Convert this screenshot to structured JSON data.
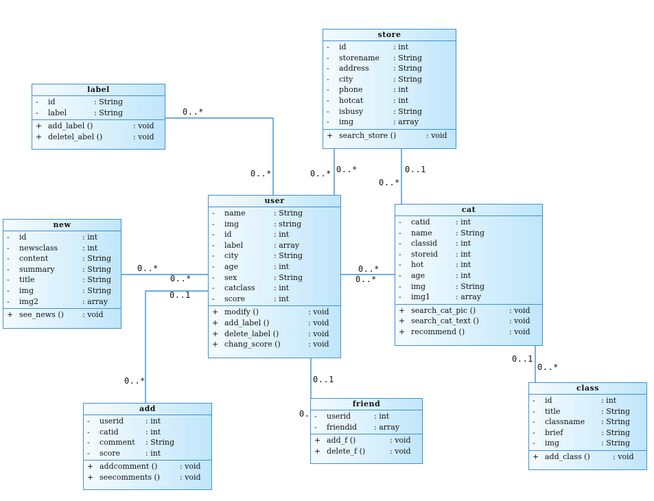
{
  "classes": {
    "store": {
      "name": "store",
      "attributes": [
        {
          "vis": "-",
          "name": "id",
          "type": ": int"
        },
        {
          "vis": "-",
          "name": "storename",
          "type": ": String"
        },
        {
          "vis": "-",
          "name": "address",
          "type": ": String"
        },
        {
          "vis": "-",
          "name": "city",
          "type": ": String"
        },
        {
          "vis": "-",
          "name": "phone",
          "type": ": int"
        },
        {
          "vis": "-",
          "name": "hotcat",
          "type": ": int"
        },
        {
          "vis": "-",
          "name": "isbusy",
          "type": ": String"
        },
        {
          "vis": "-",
          "name": "img",
          "type": ": array"
        }
      ],
      "methods": [
        {
          "vis": "+",
          "name": "search_store ()",
          "type": ": void"
        }
      ]
    },
    "label": {
      "name": "label",
      "attributes": [
        {
          "vis": "-",
          "name": "id",
          "type": ": String"
        },
        {
          "vis": "-",
          "name": "label",
          "type": ": String"
        }
      ],
      "methods": [
        {
          "vis": "+",
          "name": "add_label ()",
          "type": ": void"
        },
        {
          "vis": "+",
          "name": "deletel_abel ()",
          "type": ": void"
        }
      ]
    },
    "user": {
      "name": "user",
      "attributes": [
        {
          "vis": "-",
          "name": "name",
          "type": ": String"
        },
        {
          "vis": "-",
          "name": "img",
          "type": ": string"
        },
        {
          "vis": "-",
          "name": "id",
          "type": ": int"
        },
        {
          "vis": "-",
          "name": "label",
          "type": ": array"
        },
        {
          "vis": "-",
          "name": "city",
          "type": ": String"
        },
        {
          "vis": "-",
          "name": "age",
          "type": ": int"
        },
        {
          "vis": "-",
          "name": "sex",
          "type": ": String"
        },
        {
          "vis": "-",
          "name": "catclass",
          "type": ": int"
        },
        {
          "vis": "-",
          "name": "score",
          "type": ": int"
        }
      ],
      "methods": [
        {
          "vis": "+",
          "name": "modify ()",
          "type": ": void"
        },
        {
          "vis": "+",
          "name": "add_label ()",
          "type": ": void"
        },
        {
          "vis": "+",
          "name": "delete_label ()",
          "type": ": void"
        },
        {
          "vis": "+",
          "name": "chang_score ()",
          "type": ": void"
        }
      ]
    },
    "new": {
      "name": "new",
      "attributes": [
        {
          "vis": "-",
          "name": "id",
          "type": ": int"
        },
        {
          "vis": "-",
          "name": "newsclass",
          "type": ": int"
        },
        {
          "vis": "-",
          "name": "content",
          "type": ": String"
        },
        {
          "vis": "-",
          "name": "summary",
          "type": ": String"
        },
        {
          "vis": "-",
          "name": "title",
          "type": ": String"
        },
        {
          "vis": "-",
          "name": "img",
          "type": ": String"
        },
        {
          "vis": "-",
          "name": "img2",
          "type": ": array"
        }
      ],
      "methods": [
        {
          "vis": "+",
          "name": "see_news ()",
          "type": ": void"
        }
      ]
    },
    "cat": {
      "name": "cat",
      "attributes": [
        {
          "vis": "-",
          "name": "catid",
          "type": ": int"
        },
        {
          "vis": "-",
          "name": "name",
          "type": ": String"
        },
        {
          "vis": "-",
          "name": "classid",
          "type": ": int"
        },
        {
          "vis": "-",
          "name": "storeid",
          "type": ": int"
        },
        {
          "vis": "-",
          "name": "hot",
          "type": ": int"
        },
        {
          "vis": "-",
          "name": "age",
          "type": ": int"
        },
        {
          "vis": "-",
          "name": "img",
          "type": ": String"
        },
        {
          "vis": "-",
          "name": "img1",
          "type": ": array"
        }
      ],
      "methods": [
        {
          "vis": "+",
          "name": "search_cat_pic ()",
          "type": ": void"
        },
        {
          "vis": "+",
          "name": "search_cat_text ()",
          "type": ": void"
        },
        {
          "vis": "+",
          "name": "recommend ()",
          "type": ": void"
        }
      ]
    },
    "add": {
      "name": "add",
      "attributes": [
        {
          "vis": "-",
          "name": "userid",
          "type": ": int"
        },
        {
          "vis": "-",
          "name": "catid",
          "type": ": int"
        },
        {
          "vis": "-",
          "name": "comment",
          "type": ": String"
        },
        {
          "vis": "-",
          "name": "score",
          "type": ": int"
        }
      ],
      "methods": [
        {
          "vis": "+",
          "name": "addcomment ()",
          "type": ": void"
        },
        {
          "vis": "+",
          "name": "seecomments ()",
          "type": ": void"
        }
      ]
    },
    "friend": {
      "name": "friend",
      "attributes": [
        {
          "vis": "-",
          "name": "userid",
          "type": ": int"
        },
        {
          "vis": "-",
          "name": "friendid",
          "type": ": array"
        }
      ],
      "methods": [
        {
          "vis": "+",
          "name": "add_f ()",
          "type": ": void"
        },
        {
          "vis": "+",
          "name": "delete_f ()",
          "type": ": void"
        }
      ]
    },
    "class": {
      "name": "class",
      "attributes": [
        {
          "vis": "-",
          "name": "id",
          "type": ": int"
        },
        {
          "vis": "-",
          "name": "title",
          "type": ": String"
        },
        {
          "vis": "-",
          "name": "classname",
          "type": ": String"
        },
        {
          "vis": "-",
          "name": "brief",
          "type": ": String"
        },
        {
          "vis": "-",
          "name": "img",
          "type": ": String"
        }
      ],
      "methods": [
        {
          "vis": "+",
          "name": "add_class ()",
          "type": ": void"
        }
      ]
    }
  },
  "multiplicities": [
    {
      "id": "label-end",
      "text": "0..*"
    },
    {
      "id": "user-label-end",
      "text": "0..*"
    },
    {
      "id": "user-store-end",
      "text": "0..*"
    },
    {
      "id": "store-user-end",
      "text": "0..*"
    },
    {
      "id": "store-cat-end",
      "text": "0..1"
    },
    {
      "id": "cat-store-end",
      "text": "0..*"
    },
    {
      "id": "new-user-end",
      "text": "0..*"
    },
    {
      "id": "user-new-end",
      "text": "0..*"
    },
    {
      "id": "user-add-end",
      "text": "0..1"
    },
    {
      "id": "user-cat-end-a",
      "text": "0..*"
    },
    {
      "id": "user-cat-end-b",
      "text": "0..*"
    },
    {
      "id": "add-user-end",
      "text": "0..*"
    },
    {
      "id": "user-friend-end",
      "text": "0..1"
    },
    {
      "id": "friend-user-end",
      "text": "0."
    },
    {
      "id": "cat-class-end",
      "text": "0..1"
    },
    {
      "id": "class-cat-end",
      "text": "0..*"
    }
  ],
  "colors": {
    "border": "#3a8fd9",
    "fill": "#d6effc",
    "line": "#3a8fd9"
  }
}
